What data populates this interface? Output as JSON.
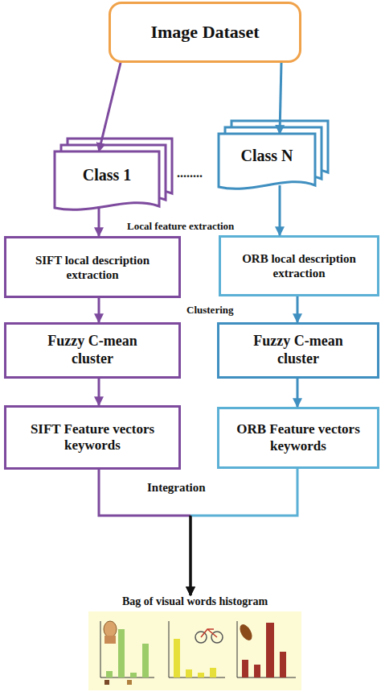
{
  "diagram": {
    "nodes": [
      {
        "text": [
          "Image Dataset"
        ]
      },
      {
        "text": [
          "Class 1"
        ]
      },
      {
        "text": [
          "Class N"
        ]
      },
      {
        "text": [
          "SIFT local description extraction"
        ]
      },
      {
        "text": [
          "ORB local description extraction"
        ]
      },
      {
        "text": [
          "Fuzzy C-mean cluster"
        ]
      },
      {
        "text": [
          "Fuzzy C-mean cluster"
        ]
      },
      {
        "text": [
          "SIFT Feature vectors keywords"
        ]
      },
      {
        "text": [
          "ORB Feature vectors keywords"
        ]
      },
      {
        "text": [
          "Bag of visual words histogram"
        ]
      }
    ],
    "edges": [
      {
        "from": 0,
        "to": 1,
        "arrow": "to"
      },
      {
        "from": 0,
        "to": 2,
        "arrow": "to"
      },
      {
        "from": 1,
        "to": 3,
        "arrow": "to"
      },
      {
        "from": 2,
        "to": 4,
        "arrow": "to"
      },
      {
        "from": 3,
        "to": 5,
        "arrow": "to"
      },
      {
        "from": 4,
        "to": 6,
        "arrow": "to"
      },
      {
        "from": 5,
        "to": 7,
        "arrow": "to"
      },
      {
        "from": 6,
        "to": 8,
        "arrow": "to"
      },
      {
        "from": 7,
        "to": 9,
        "arrow": "to"
      },
      {
        "from": 8,
        "to": 9,
        "arrow": "to"
      }
    ],
    "labels": [
      "........",
      "Local feature extraction",
      "Clustering",
      "Integration"
    ]
  }
}
